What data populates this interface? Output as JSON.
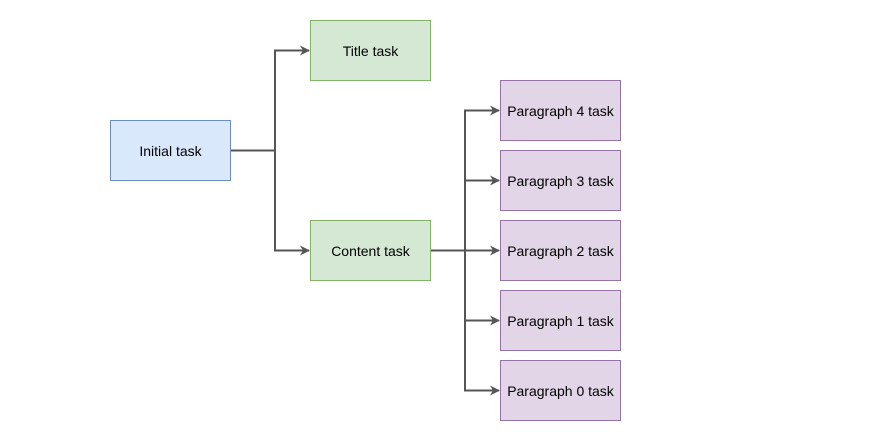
{
  "colors": {
    "initial_fill": "#dae8fc",
    "initial_stroke": "#6c8ebf",
    "green_fill": "#d5e8d4",
    "green_stroke": "#82b366",
    "purple_fill": "#e1d5e7",
    "purple_stroke": "#9673a6",
    "edge": "#555555"
  },
  "nodes": {
    "initial": "Initial task",
    "title": "Title task",
    "content": "Content task",
    "p4": "Paragraph 4 task",
    "p3": "Paragraph 3 task",
    "p2": "Paragraph 2 task",
    "p1": "Paragraph 1 task",
    "p0": "Paragraph 0 task"
  },
  "edges": [
    {
      "from": "initial",
      "to": "title"
    },
    {
      "from": "initial",
      "to": "content"
    },
    {
      "from": "content",
      "to": "p4"
    },
    {
      "from": "content",
      "to": "p3"
    },
    {
      "from": "content",
      "to": "p2"
    },
    {
      "from": "content",
      "to": "p1"
    },
    {
      "from": "content",
      "to": "p0"
    }
  ]
}
